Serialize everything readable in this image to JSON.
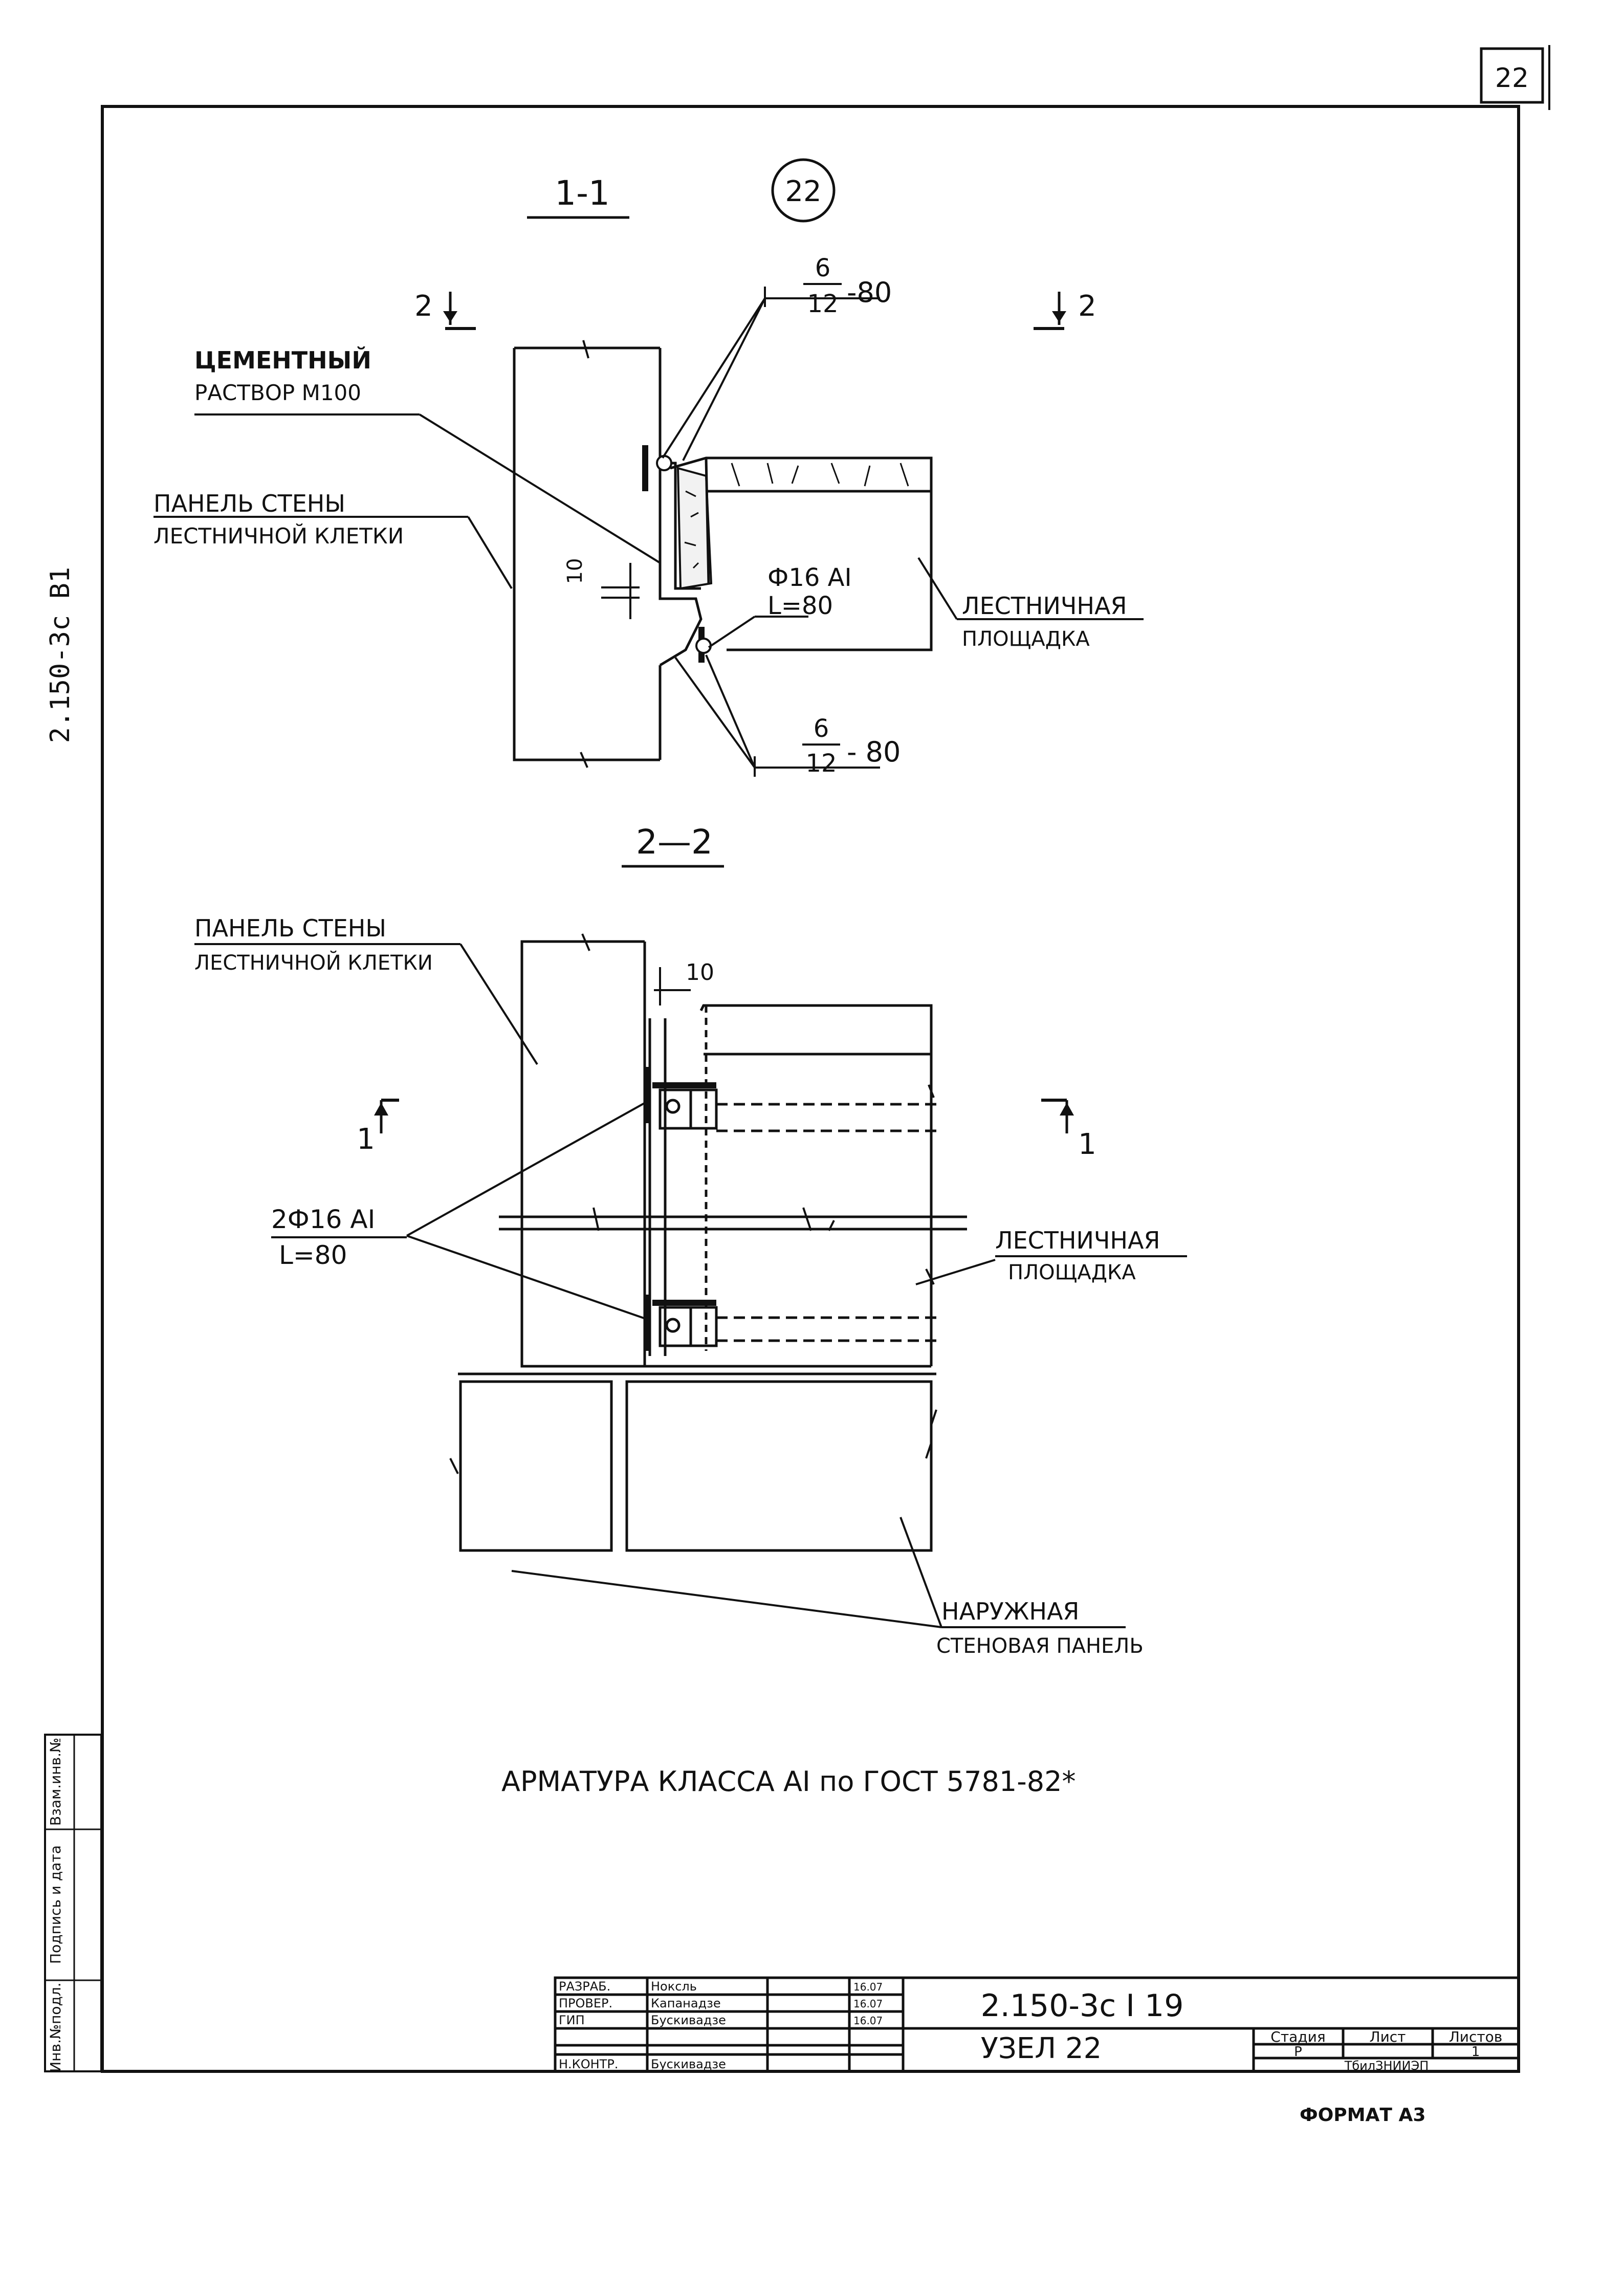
{
  "sheet_badge": "22",
  "side_code": "2.150-3с В1",
  "side_stamp": [
    "Инв.№подл.",
    "Подпись и дата",
    "Взам.инв.№"
  ],
  "section_1": {
    "title": "1-1",
    "node_number": "22",
    "cut_left": "2",
    "cut_right": "2",
    "labels": {
      "mortar": [
        "ЦЕМЕНТНЫЙ",
        "РАСТВОР М100"
      ],
      "wall_panel": [
        "ПАНЕЛЬ СТЕНЫ",
        "ЛЕСТНИЧНОЙ КЛЕТКИ"
      ],
      "rod": [
        "Ф16 АI",
        "L=80"
      ],
      "landing": [
        "ЛЕСТНИЧНАЯ",
        "ПЛОЩАДКА"
      ],
      "weld_top_num": "6",
      "weld_top_den": "12",
      "weld_top_len": "-80",
      "weld_bottom_num": "6",
      "weld_bottom_den": "12",
      "weld_bottom_len": "- 80",
      "gap": "10"
    }
  },
  "section_2": {
    "title": "2—2",
    "cut_left": "1",
    "cut_right": "1",
    "labels": {
      "wall_panel": [
        "ПАНЕЛЬ СТЕНЫ",
        "ЛЕСТНИЧНОЙ КЛЕТКИ"
      ],
      "gap": "10",
      "rods": [
        "2Ф16 АI",
        "L=80"
      ],
      "landing": [
        "ЛЕСТНИЧНАЯ",
        "ПЛОЩАДКА"
      ],
      "outer_panel": [
        "НАРУЖНАЯ",
        "СТЕНОВАЯ ПАНЕЛЬ"
      ]
    }
  },
  "note": "АРМАТУРА КЛАССА АI по ГОСТ 5781-82*",
  "title_block": {
    "rows": [
      {
        "role": "РАЗРАБ.",
        "name": "Ноксль",
        "date": "16.07"
      },
      {
        "role": "ПРОВЕР.",
        "name": "Капанадзе",
        "date": "16.07"
      },
      {
        "role": "ГИП",
        "name": "Бускивадзе",
        "date": "16.07"
      },
      {
        "role": "",
        "name": "",
        "date": ""
      },
      {
        "role": "",
        "name": "",
        "date": ""
      },
      {
        "role": "",
        "name": "",
        "date": ""
      },
      {
        "role": "Н.КОНТР.",
        "name": "Бускивадзе",
        "date": ""
      }
    ],
    "doc_code": "2.150-3с I 19",
    "node_title": "УЗЕЛ 22",
    "stage_header": "Стадия",
    "sheet_header": "Лист",
    "sheets_header": "Листов",
    "stage_value": "Р",
    "sheet_value": "",
    "sheets_value": "1",
    "organization": "ТбилЗНИИЭП"
  },
  "format": "ФОРМАТ А3"
}
